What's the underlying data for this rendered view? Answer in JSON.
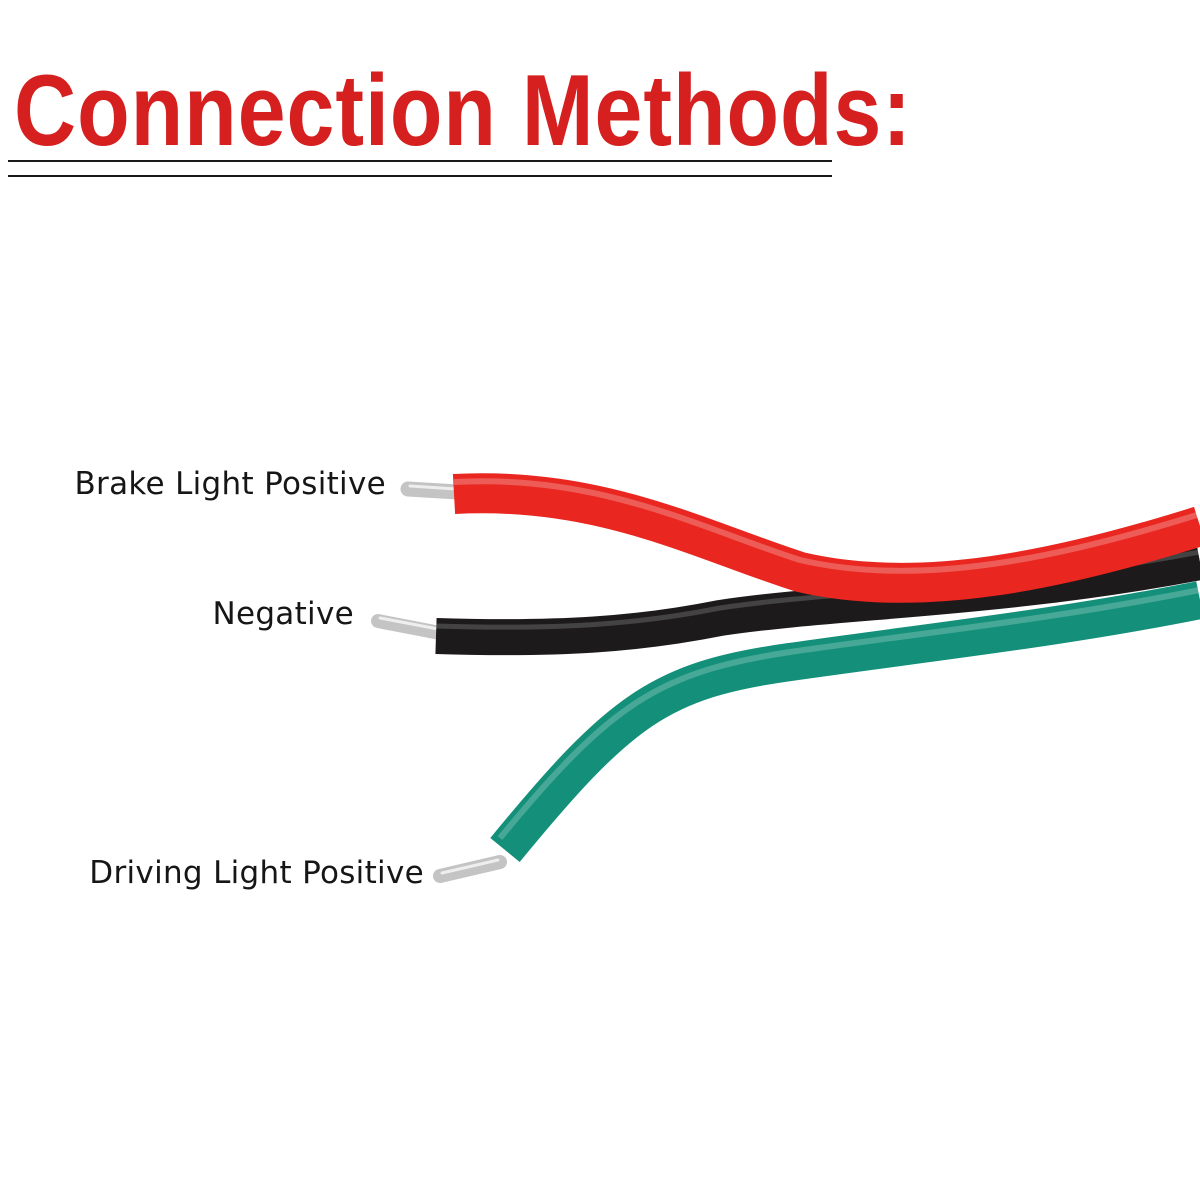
{
  "title": {
    "text": "Connection Methods:",
    "color": "#d61f1f"
  },
  "wires": [
    {
      "label": "Brake Light Positive",
      "insulation_color": "#e9261f"
    },
    {
      "label": "Negative",
      "insulation_color": "#1c1a1a"
    },
    {
      "label": "Driving Light Positive",
      "insulation_color": "#14907a"
    }
  ],
  "conductor_color": "#b8b8b8"
}
